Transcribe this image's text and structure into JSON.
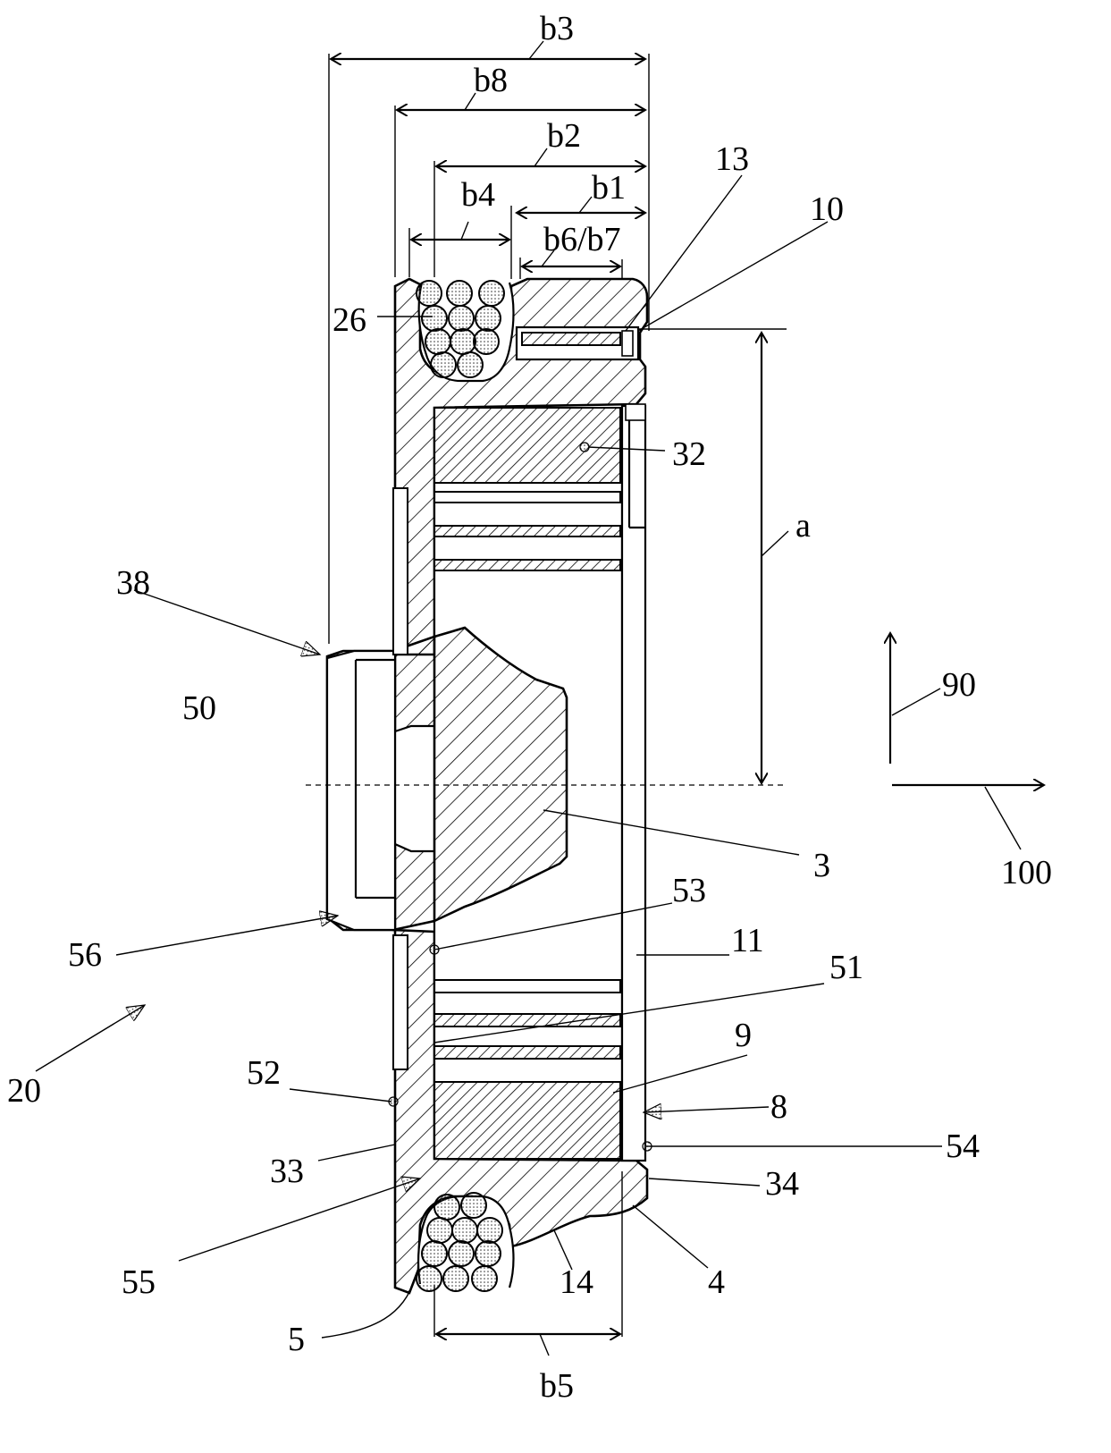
{
  "labels": {
    "b3": "b3",
    "b8": "b8",
    "b2": "b2",
    "b4": "b4",
    "b1": "b1",
    "b6b7": "b6/b7",
    "b5": "b5",
    "a": "a",
    "n13": "13",
    "n10": "10",
    "n26": "26",
    "n32": "32",
    "n38": "38",
    "n50": "50",
    "n3": "3",
    "n56": "56",
    "n53": "53",
    "n11": "11",
    "n51": "51",
    "n20": "20",
    "n9": "9",
    "n52": "52",
    "n8": "8",
    "n54": "54",
    "n33": "33",
    "n34": "34",
    "n55": "55",
    "n14": "14",
    "n4": "4",
    "n5": "5",
    "n90": "90",
    "n100": "100"
  },
  "colors": {
    "line": "#000000",
    "background": "#ffffff"
  }
}
